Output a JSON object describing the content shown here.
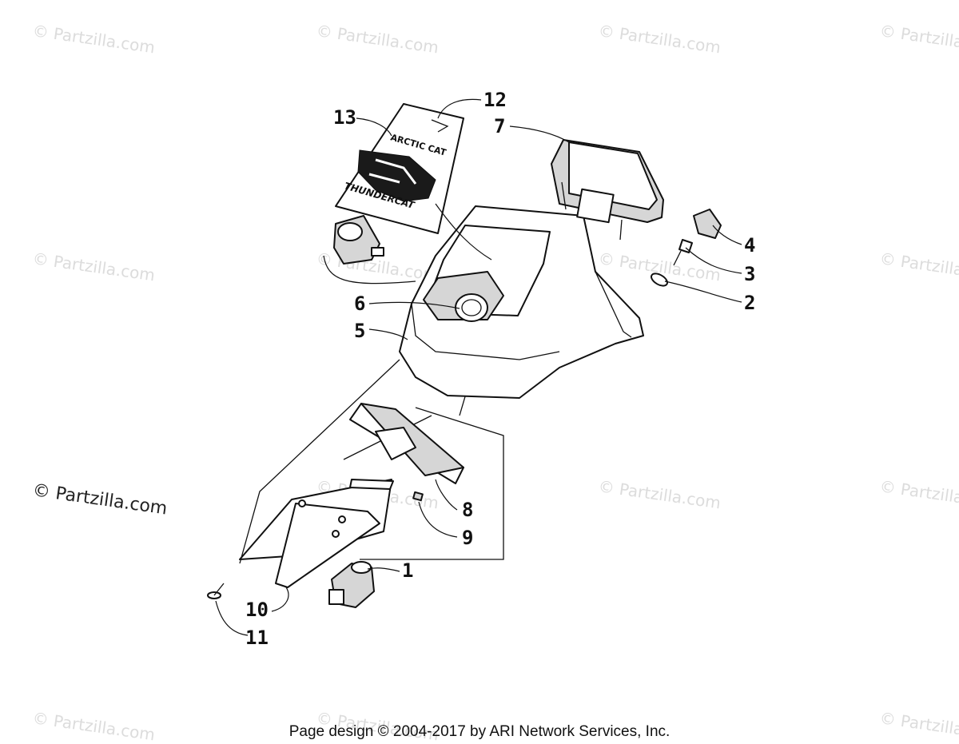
{
  "watermark": {
    "text": "© Partzilla.com"
  },
  "callouts": {
    "p1": "1",
    "p2": "2",
    "p3": "3",
    "p4": "4",
    "p5": "5",
    "p6": "6",
    "p7": "7",
    "p8": "8",
    "p9": "9",
    "p10": "10",
    "p11": "11",
    "p12": "12",
    "p13": "13"
  },
  "decal": {
    "brand": "ARCTIC CAT",
    "model": "THUNDERCAT"
  },
  "footer": {
    "text": "Page design © 2004-2017 by ARI Network Services, Inc."
  }
}
